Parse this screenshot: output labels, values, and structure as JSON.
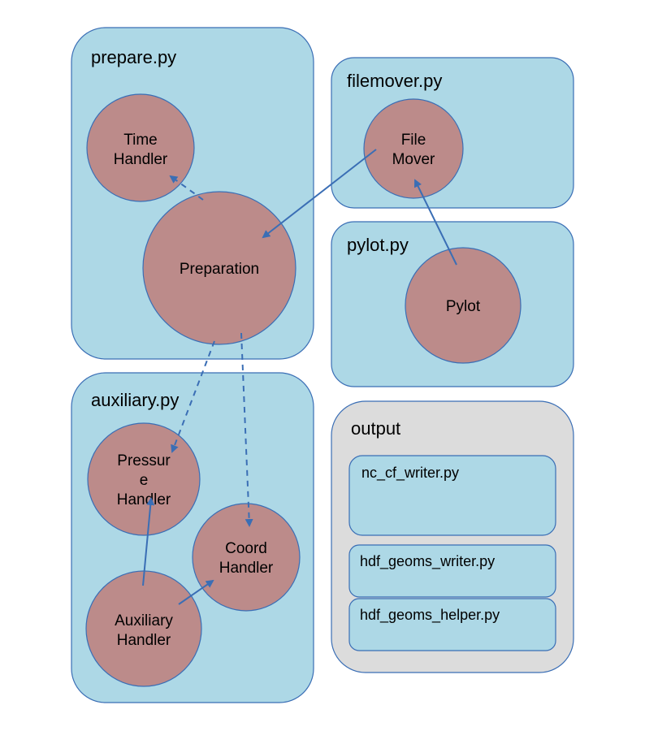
{
  "colors": {
    "module_fill": "#add8e6",
    "module_stroke": "#3a6eb5",
    "output_fill": "#dcdcdc",
    "node_fill": "#bc8b8a",
    "node_stroke": "#3a6eb5",
    "arrow": "#3a6eb5",
    "text": "#000000"
  },
  "modules": [
    {
      "id": "prepare",
      "label": "prepare.py"
    },
    {
      "id": "filemover",
      "label": "filemover.py"
    },
    {
      "id": "pylot",
      "label": "pylot.py"
    },
    {
      "id": "auxiliary",
      "label": "auxiliary.py"
    },
    {
      "id": "output",
      "label": "output"
    }
  ],
  "output_files": [
    {
      "id": "nc_cf_writer",
      "label": "nc_cf_writer.py"
    },
    {
      "id": "hdf_geoms_writer",
      "label": "hdf_geoms_writer.py"
    },
    {
      "id": "hdf_geoms_helper",
      "label": "hdf_geoms_helper.py"
    }
  ],
  "nodes": [
    {
      "id": "time_handler",
      "lines": [
        "Time",
        "Handler"
      ]
    },
    {
      "id": "preparation",
      "lines": [
        "Preparation"
      ]
    },
    {
      "id": "file_mover",
      "lines": [
        "File",
        "Mover"
      ]
    },
    {
      "id": "pylot",
      "lines": [
        "Pylot"
      ]
    },
    {
      "id": "pressure_handler",
      "lines": [
        "Pressur",
        "e",
        "Handler"
      ]
    },
    {
      "id": "coord_handler",
      "lines": [
        "Coord",
        "Handler"
      ]
    },
    {
      "id": "auxiliary_handler",
      "lines": [
        "Auxiliary",
        "Handler"
      ]
    }
  ],
  "edges": [
    {
      "from": "preparation",
      "to": "time_handler",
      "style": "dashed"
    },
    {
      "from": "file_mover",
      "to": "preparation",
      "style": "solid"
    },
    {
      "from": "pylot",
      "to": "file_mover",
      "style": "solid"
    },
    {
      "from": "preparation",
      "to": "pressure_handler",
      "style": "dashed"
    },
    {
      "from": "preparation",
      "to": "coord_handler",
      "style": "dashed"
    },
    {
      "from": "auxiliary_handler",
      "to": "pressure_handler",
      "style": "solid"
    },
    {
      "from": "auxiliary_handler",
      "to": "coord_handler",
      "style": "solid"
    }
  ]
}
